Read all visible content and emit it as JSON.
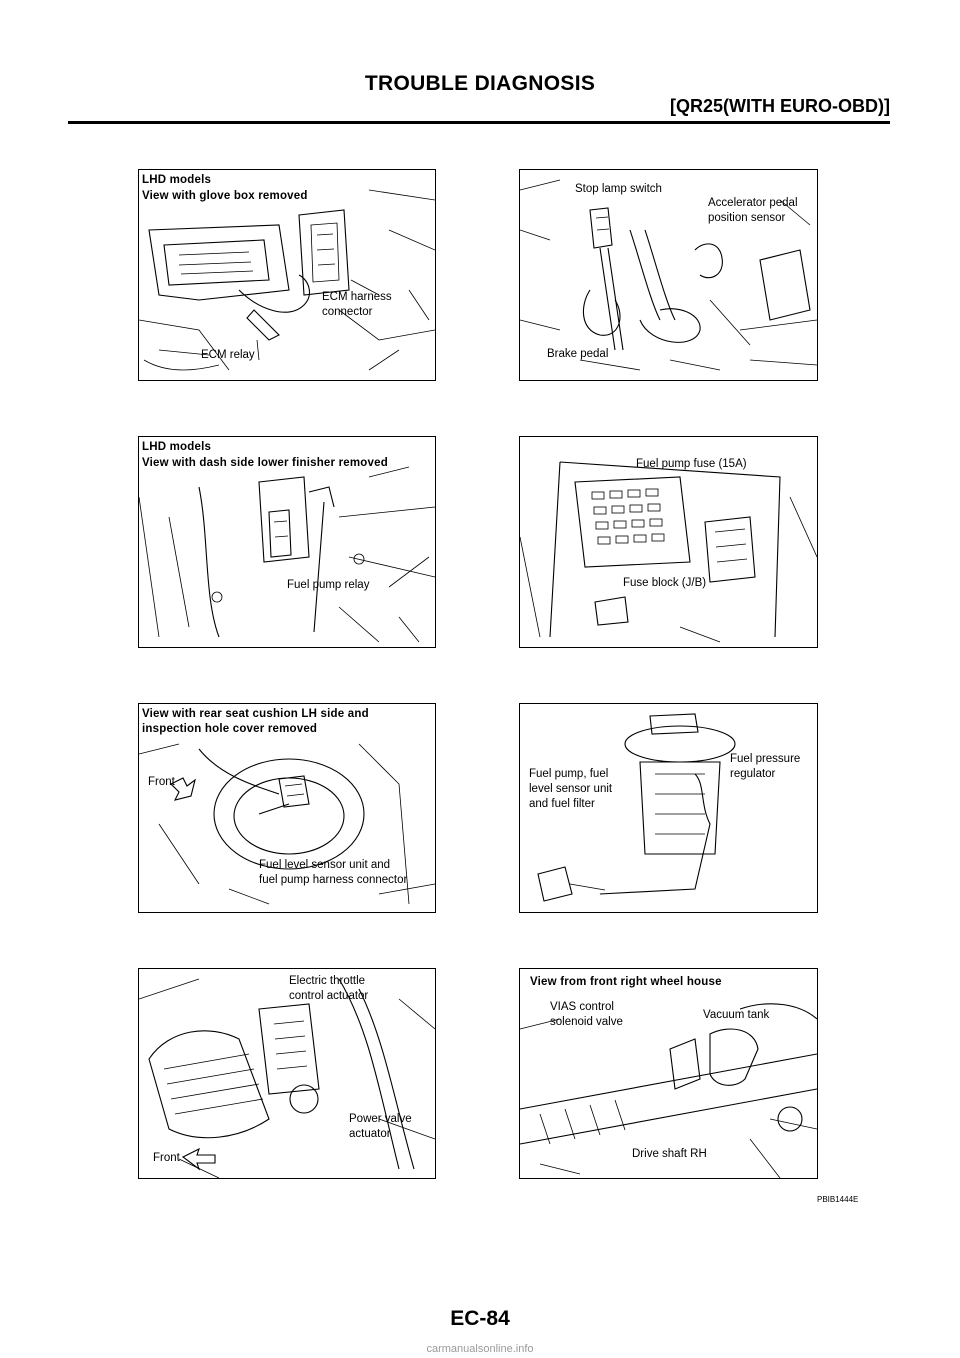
{
  "header": {
    "title": "TROUBLE DIAGNOSIS",
    "subtitle": "[QR25(WITH EURO-OBD)]"
  },
  "panels": {
    "p1": {
      "heading1": "LHD models",
      "heading2": "View with glove box removed",
      "l1": "ECM harness",
      "l2": "connector",
      "l3": "ECM relay"
    },
    "p2": {
      "l1": "Stop lamp switch",
      "l2": "Accelerator pedal",
      "l3": "position sensor",
      "l4": "Brake pedal"
    },
    "p3": {
      "heading1": "LHD models",
      "heading2": "View with dash side lower finisher removed",
      "l1": "Fuel pump relay"
    },
    "p4": {
      "l1": "Fuel pump fuse (15A)",
      "l2": "Fuse block (J/B)"
    },
    "p5": {
      "heading1": "View with rear seat cushion LH side and",
      "heading2": "inspection hole cover removed",
      "l1": "Front",
      "l2": "Fuel level sensor unit and",
      "l3": "fuel pump harness connector"
    },
    "p6": {
      "l1": "Fuel pressure",
      "l2": "regulator",
      "l3": "Fuel pump, fuel",
      "l4": "level sensor unit",
      "l5": "and fuel filter"
    },
    "p7": {
      "l1": "Electric throttle",
      "l2": "control actuator",
      "l3": "Power valve",
      "l4": "actuator",
      "l5": "Front"
    },
    "p8": {
      "heading1": "View from front right wheel house",
      "l1": "VIAS control",
      "l2": "solenoid valve",
      "l3": "Vacuum tank",
      "l4": "Drive shaft RH"
    }
  },
  "figure_code": "PBIB1444E",
  "page_number": "EC-84",
  "watermark": "carmanualsonline.info"
}
